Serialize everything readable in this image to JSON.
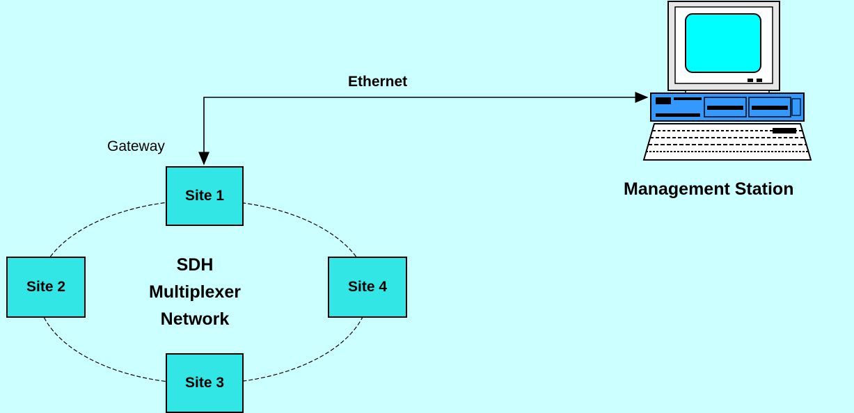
{
  "diagram": {
    "link_label": "Ethernet",
    "gateway_label": "Gateway",
    "station_label": "Management Station",
    "network_label_lines": [
      "SDH",
      "Multiplexer",
      "Network"
    ],
    "sites": [
      "Site 1",
      "Site 2",
      "Site 3",
      "Site 4"
    ]
  },
  "colors": {
    "background": "#ccffff",
    "site_fill": "#33e6e6",
    "computer_screen": "#00ffff",
    "computer_base": "#3399ff"
  },
  "icons": [
    "computer-icon"
  ]
}
